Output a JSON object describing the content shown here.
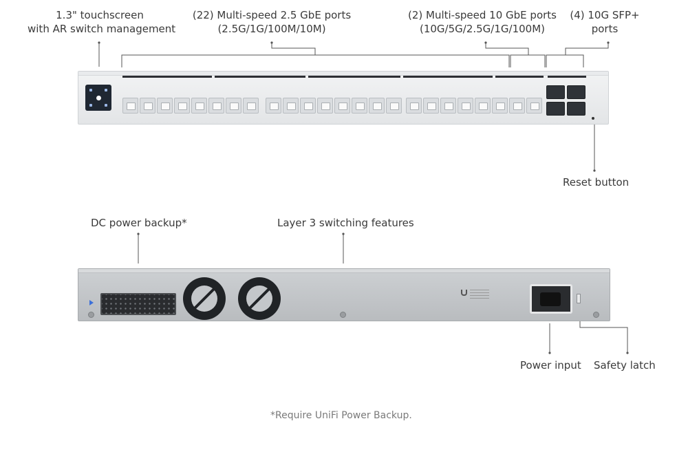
{
  "front_labels": {
    "touchscreen_line1": "1.3\" touchscreen",
    "touchscreen_line2": "with AR switch management",
    "ports_25_line1": "(22) Multi-speed 2.5 GbE ports",
    "ports_25_line2": "(2.5G/1G/100M/10M)",
    "ports_10_line1": "(2) Multi-speed 10 GbE ports",
    "ports_10_line2": "(10G/5G/2.5G/1G/100M)",
    "sfp_line1": "(4) 10G SFP+",
    "sfp_line2": "ports",
    "reset": "Reset button"
  },
  "rear_labels": {
    "dc_backup": "DC power backup*",
    "layer3": "Layer 3 switching features",
    "power_input": "Power input",
    "safety_latch": "Safety latch"
  },
  "footnote": "*Require UniFi Power Backup.",
  "colors": {
    "screen": "#1f2732",
    "sfp": "#2f3338",
    "accent_blue": "#3b6fd9"
  }
}
